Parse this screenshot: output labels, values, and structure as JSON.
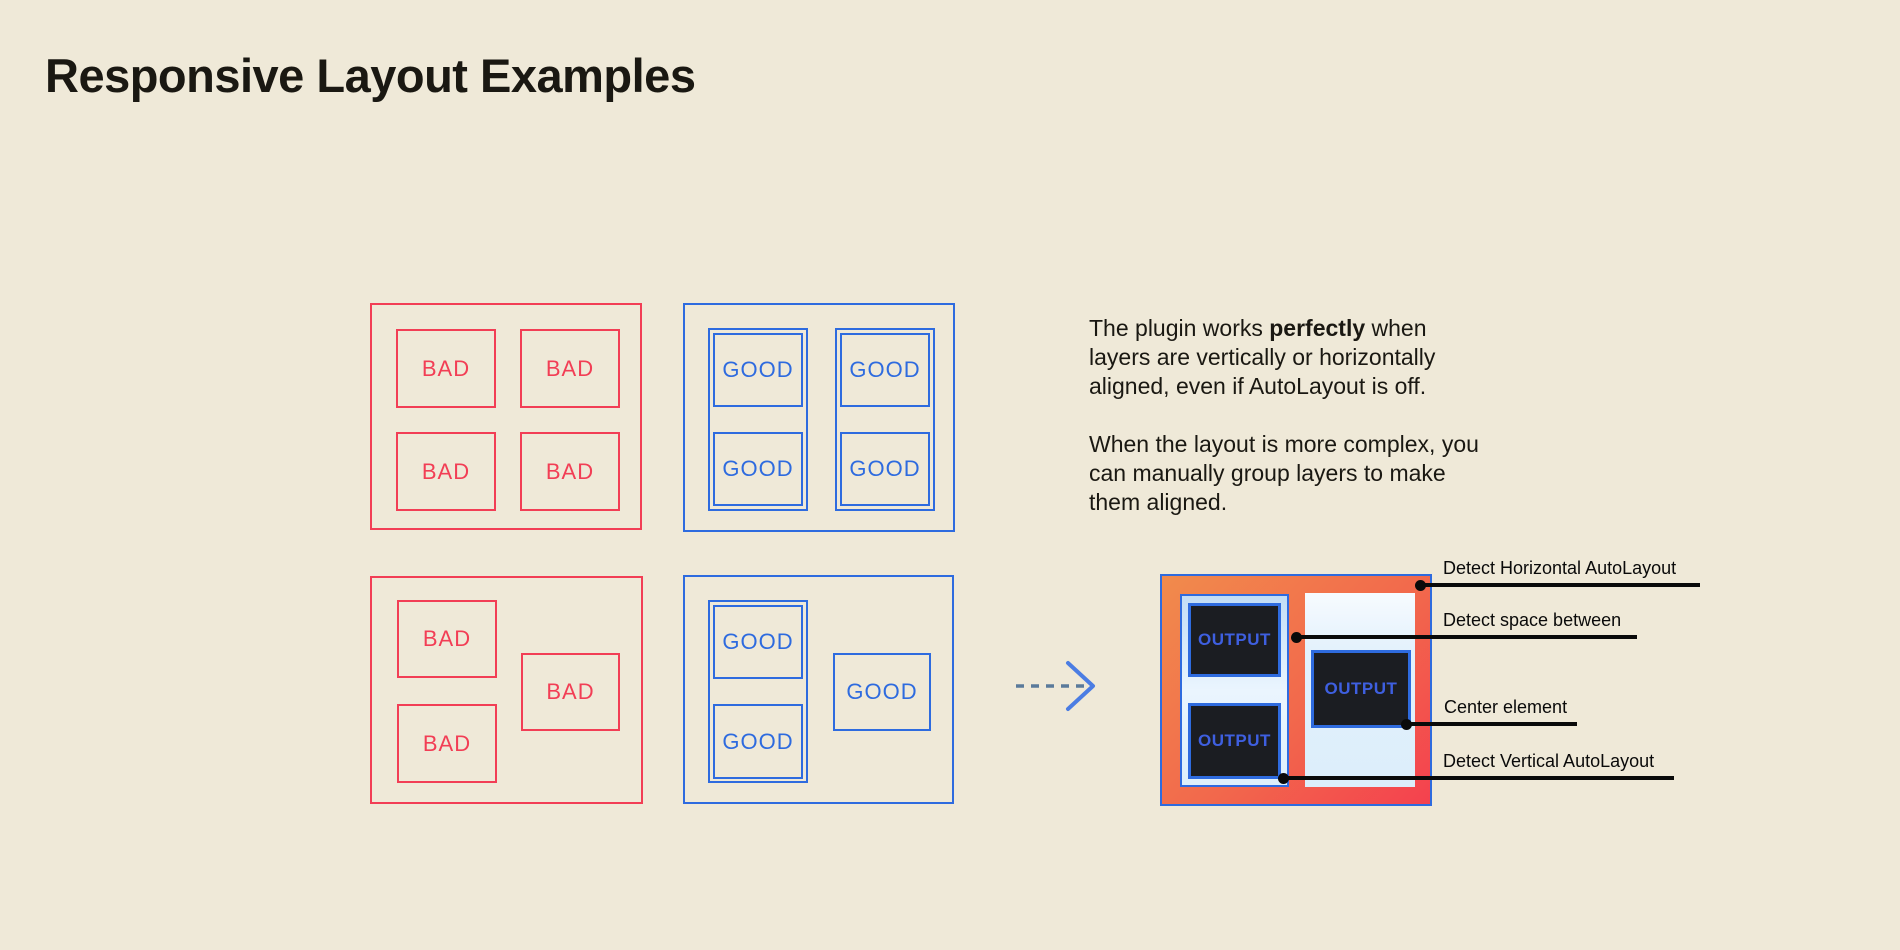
{
  "title": "Responsive Layout Examples",
  "labels": {
    "bad": "BAD",
    "good": "GOOD",
    "output": "OUTPUT"
  },
  "description": {
    "p1_line1_before": "The plugin works ",
    "p1_line1_bold": "perfectly",
    "p1_line1_after": " when",
    "p1_line2": "layers are vertically or horizontally",
    "p1_line3": "aligned, even if AutoLayout is off.",
    "p2_line1": "When the layout is more complex, you",
    "p2_line2": "can manually group layers to make",
    "p2_line3": "them aligned."
  },
  "annotations": [
    {
      "label": "Detect Horizontal AutoLayout"
    },
    {
      "label": "Detect space between"
    },
    {
      "label": "Center element"
    },
    {
      "label": "Detect Vertical AutoLayout"
    }
  ],
  "colors": {
    "background": "#EFE9D8",
    "bad_red": "#F23E55",
    "good_blue": "#2E6BDF",
    "text_ink": "#1A1812",
    "annotation_black": "#0A0A0A",
    "gradient_orange": "#F18B4C",
    "gradient_red": "#F4414E",
    "panel_light_blue": "#DCEEFB",
    "output_dark": "#1B1D22",
    "output_text_blue": "#3E5FE0"
  }
}
